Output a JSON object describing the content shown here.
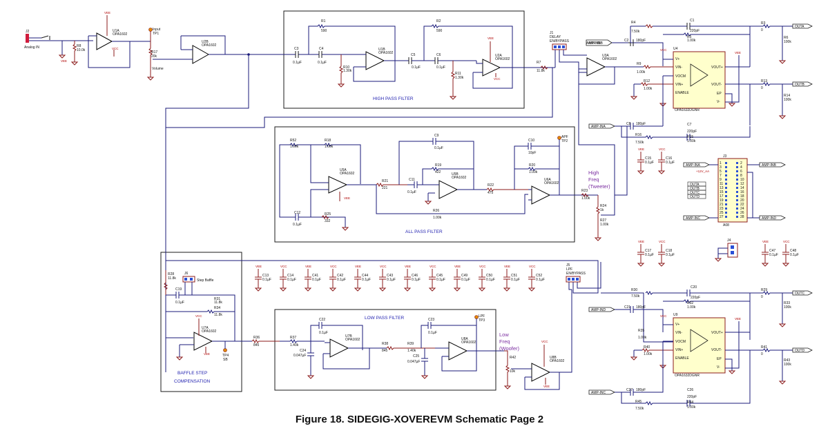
{
  "caption": "Figure 18. SIDEGIG-XOVEREVM Schematic Page 2",
  "blocks": {
    "hpf": "HIGH PASS FILTER",
    "apf": "ALL PASS FILTER",
    "lpf": "LOW PASS FILTER",
    "baffle1": "BAFFLE STEP",
    "baffle2": "COMPENSATION"
  },
  "freq_labels": {
    "high1": "High",
    "high2": "Freq",
    "high3": "(Tweeter)",
    "low1": "Low",
    "low2": "Freq",
    "low3": "(Woofer)"
  },
  "connectors": {
    "j2": "J2",
    "analog_in": "Analog IN",
    "j1": "J1",
    "delay": "DELAY",
    "en_bypass1": "EN/BYPASS",
    "j5": "J5",
    "lpf": "LPF",
    "en_bypass2": "EN/BYPASS",
    "j6": "J6",
    "step_baffle": "Step Baffle",
    "j3": "J3",
    "j4": "J4"
  },
  "testpoints": {
    "tp1a": "Input",
    "tp1b": "TP1",
    "tp2a": "APF",
    "tp2b": "TP2",
    "tp3a": "LPF",
    "tp3b": "TP3",
    "tp4a": "TP4",
    "tp4b": "SB"
  },
  "rails": {
    "vee": "VEE",
    "vcc": "VCC",
    "v12": "+12V_AA"
  },
  "nets": {
    "amp_inb": "AMP-INB",
    "amp_ina": "AMP-INA",
    "amp_ind": "AMP-IND",
    "amp_inc": "AMP-INC",
    "outa": "OUTA",
    "outb": "OUTB",
    "outc": "OUTC",
    "outd": "OUTD"
  },
  "amps": {
    "u1a": "U1A",
    "u2b": "U2B",
    "u1b": "U1B",
    "u2a": "U2A",
    "u3a": "U3A",
    "u5a": "U5A",
    "u5b": "U5B",
    "u6a": "U6A",
    "u7a": "U7A",
    "u7b": "U7B",
    "u8a": "U8A",
    "u8b": "U8B",
    "opa": "OPA1602"
  },
  "drivers": {
    "u4": "U4",
    "u9": "U9",
    "part": "OPA1632DGNR",
    "pins": [
      "V+",
      "VIN-",
      "VOCM",
      "VIN+",
      "ENABLE",
      "VOUT+",
      "VOUT-",
      "EP",
      "V-"
    ]
  },
  "parts": {
    "r8": "R8",
    "r8v": "10.0k",
    "r17": "R17",
    "r17v": "20k",
    "vol": "Volume",
    "r1": "R1",
    "r1v": "590",
    "r2": "R2",
    "r2v": "590",
    "r10": "R10",
    "r10v": "1.30k",
    "r11": "R11",
    "r11v": "1.30k",
    "c3": "C3",
    "c4": "C4",
    "c5": "C5",
    "c6": "C6",
    "c01": "0.1µF",
    "r7": "R7",
    "r7v": "11.8k",
    "r4": "R4",
    "r4v": "7.50k",
    "c1": "C1",
    "c1v": "220pF",
    "r5": "R5",
    "r5v": "1.00k",
    "c2": "C2",
    "c2v": "180pF",
    "r9": "R9",
    "r9v": "1.00k",
    "r12": "R12",
    "r12v": "1.00k",
    "r3": "R3",
    "r3v": "0",
    "r6": "R6",
    "r6v": "100k",
    "r13": "R13",
    "r13v": "0",
    "r14": "R14",
    "r14v": "100k",
    "c8": "C8",
    "c8v": "180pF",
    "r16": "R16",
    "r16v": "7.50k",
    "c7": "C7",
    "c7v": "220pF",
    "r15": "R15",
    "r15v": "1.00k",
    "r52": "R52",
    "r52v": "1.00k",
    "r18": "R18",
    "r18v": "1.00k",
    "c9": "C9",
    "c9v": "0.1µF",
    "c10": "C10",
    "c10v": "10pF",
    "r19": "R19",
    "r19v": "422",
    "r20": "R20",
    "r20v": "1.00k",
    "r21": "R21",
    "r21v": "221",
    "c11": "C11",
    "r22": "R22",
    "r22v": "475",
    "r23": "R23",
    "r23v": "1.00k",
    "r24": "R24",
    "r24v": "1k",
    "r27": "R27",
    "r27v": "1.00k",
    "c12": "C12",
    "r25": "R25",
    "r25v": "332",
    "r26": "R26",
    "r26v": "1.00k",
    "r28": "R28",
    "r28v": "11.8k",
    "c19": "C19",
    "r31": "R31",
    "r31v": "11.8k",
    "r34": "R34",
    "r34v": "11.8k",
    "r36": "R36",
    "r36v": "845",
    "r37": "R37",
    "r37v": "1.40k",
    "c22": "C22",
    "c24": "C24",
    "c24v": "0.047µF",
    "r38": "R38",
    "r38v": "845",
    "r39": "R39",
    "r39v": "1.40k",
    "c23": "C23",
    "c25": "C25",
    "c25v": "0.047µF",
    "r42": "R42",
    "r42v": "10k",
    "r30": "R30",
    "r30v": "7.50k",
    "c20": "C20",
    "c20v": "220pF",
    "c21": "C21",
    "c21v": "180pF",
    "r32": "R32",
    "r32v": "1.00k",
    "r35": "R35",
    "r35v": "1.00k",
    "r40": "R40",
    "r40v": "1.00k",
    "r29": "R29",
    "r29v": "0",
    "r33": "R33",
    "r33v": "100k",
    "r41": "R41",
    "r41v": "0",
    "r43": "R43",
    "r43v": "100k",
    "c27": "C27",
    "c27v": "180pF",
    "r45": "R45",
    "r45v": "7.50k",
    "c26": "C26",
    "c26v": "220pF",
    "r44": "R44",
    "r44v": "1.00k"
  },
  "bypass_caps": [
    {
      "ref": "C13",
      "val": "0.1µF",
      "rail": "VEE"
    },
    {
      "ref": "C14",
      "val": "0.1µF",
      "rail": "VCC"
    },
    {
      "ref": "C41",
      "val": "0.1µF",
      "rail": "VEE"
    },
    {
      "ref": "C42",
      "val": "0.1µF",
      "rail": "VCC"
    },
    {
      "ref": "C44",
      "val": "0.1µF",
      "rail": "VEE"
    },
    {
      "ref": "C43",
      "val": "0.1µF",
      "rail": "VCC"
    },
    {
      "ref": "C46",
      "val": "0.1µF",
      "rail": "VEE"
    },
    {
      "ref": "C45",
      "val": "0.1µF",
      "rail": "VCC"
    },
    {
      "ref": "C49",
      "val": "0.1µF",
      "rail": "VEE"
    },
    {
      "ref": "C50",
      "val": "0.1µF",
      "rail": "VCC"
    },
    {
      "ref": "C51",
      "val": "0.1µF",
      "rail": "VEE"
    },
    {
      "ref": "C52",
      "val": "0.1µF",
      "rail": "VCC"
    }
  ],
  "side_caps": [
    {
      "ref": "C15",
      "val": "0.1µF",
      "rail": "VEE"
    },
    {
      "ref": "C16",
      "val": "0.1µF",
      "rail": "VCC"
    },
    {
      "ref": "C17",
      "val": "0.1µF",
      "rail": "VEE"
    },
    {
      "ref": "C18",
      "val": "0.1µF",
      "rail": "VCC"
    },
    {
      "ref": "C47",
      "val": "0.1µF",
      "rail": "VEE"
    },
    {
      "ref": "C48",
      "val": "0.1µF",
      "rail": "VCC"
    }
  ],
  "j3_labels": {
    "left": [
      "AMP-INA",
      "+12V_AA",
      "OUTA",
      "OUTB",
      "OUTC",
      "OUTD",
      "AMP-INC"
    ],
    "right": [
      "AMP-INB",
      "AMP-IND"
    ],
    "pins_left": [
      "1",
      "3",
      "5",
      "7",
      "9",
      "11",
      "13",
      "15",
      "17",
      "19",
      "21",
      "23",
      "25",
      "27"
    ],
    "pins_right": [
      "2",
      "4",
      "6",
      "8",
      "10",
      "12",
      "14",
      "16",
      "18",
      "20",
      "22",
      "24",
      "26",
      "28"
    ],
    "name": "A08"
  },
  "colors": {
    "wire": "#1a1a7a",
    "part": "#8b1a1a",
    "block_text": "#2323b0",
    "freq_text": "#7a2ca0",
    "ic_fill": "#ffffcc"
  }
}
